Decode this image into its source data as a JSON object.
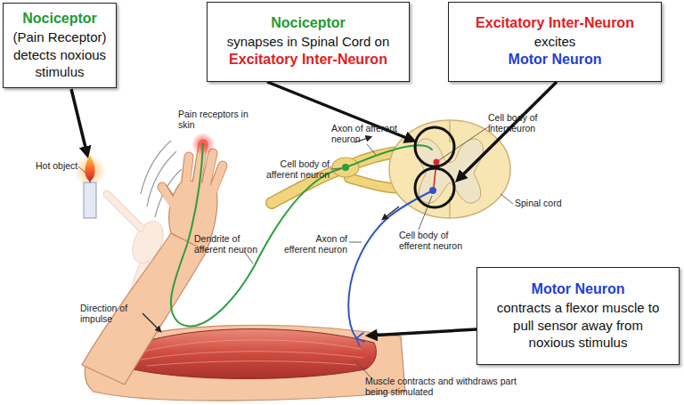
{
  "diagram": {
    "nodes": [
      {
        "text": [
          "Nociceptor",
          "(Pain Receptor)",
          "detects noxious stimulus"
        ]
      },
      {
        "text": [
          "Nociceptor",
          "synapses in Spinal Cord on",
          "Excitatory Inter-Neuron"
        ]
      },
      {
        "text": [
          "Excitatory Inter-Neuron",
          "excites",
          "Motor Neuron"
        ]
      },
      {
        "text": [
          "Motor Neuron",
          "contracts a flexor muscle to pull sensor away from noxious stimulus"
        ]
      }
    ],
    "labels": [
      "Pain receptors in skin",
      "Hot object",
      "Cell body of afferent neuron",
      "Axon of afferent neuron",
      "Cell body of interneuron",
      "Dendrite of afferent neuron",
      "Axon of efferent neuron",
      "Spinal cord",
      "Cell body of efferent neuron",
      "Direction of impulse",
      "Muscle contracts and withdraws part being stimulated"
    ]
  }
}
